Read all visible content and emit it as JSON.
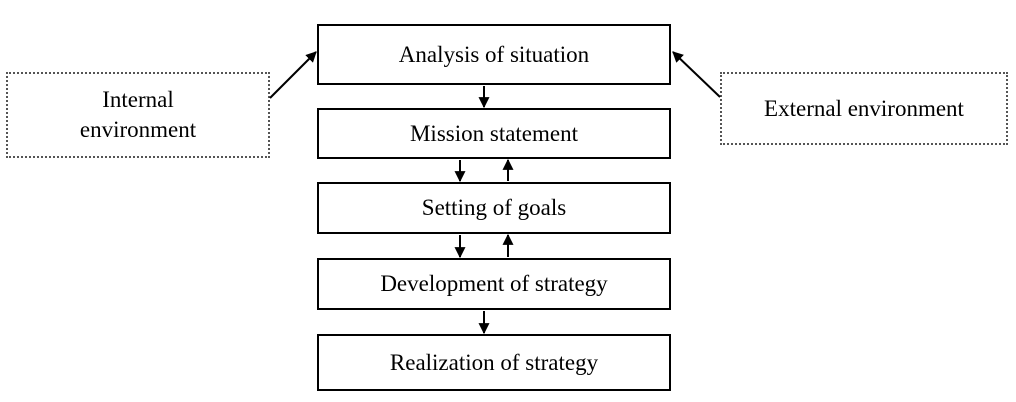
{
  "diagram": {
    "steps": [
      {
        "id": "analysis",
        "label": "Analysis of situation"
      },
      {
        "id": "mission",
        "label": "Mission statement"
      },
      {
        "id": "goals",
        "label": "Setting of goals"
      },
      {
        "id": "development",
        "label": "Development of strategy"
      },
      {
        "id": "realization",
        "label": "Realization of strategy"
      }
    ],
    "inputs": {
      "internal": "Internal\nenvironment",
      "external": "External environment"
    },
    "connections": [
      {
        "from": "internal",
        "to": "analysis"
      },
      {
        "from": "external",
        "to": "analysis"
      },
      {
        "from": "analysis",
        "to": "mission"
      },
      {
        "from": "mission",
        "to": "goals"
      },
      {
        "from": "goals",
        "to": "mission"
      },
      {
        "from": "goals",
        "to": "development"
      },
      {
        "from": "development",
        "to": "goals"
      },
      {
        "from": "development",
        "to": "realization"
      }
    ]
  }
}
